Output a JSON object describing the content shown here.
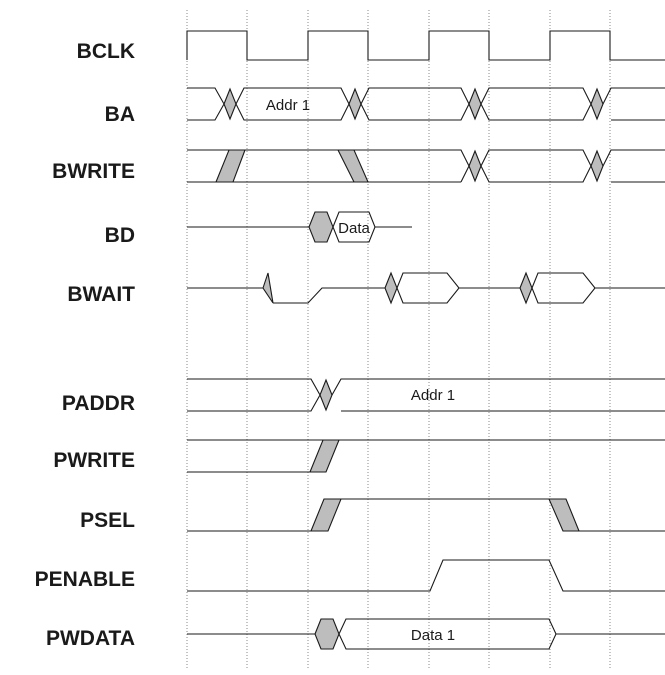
{
  "signals": [
    {
      "id": "bclk",
      "label": "BCLK"
    },
    {
      "id": "ba",
      "label": "BA",
      "value_label": "Addr 1"
    },
    {
      "id": "bwrite",
      "label": "BWRITE"
    },
    {
      "id": "bd",
      "label": "BD",
      "value_label": "Data"
    },
    {
      "id": "bwait",
      "label": "BWAIT"
    },
    {
      "id": "paddr",
      "label": "PADDR",
      "value_label": "Addr 1"
    },
    {
      "id": "pwrite",
      "label": "PWRITE"
    },
    {
      "id": "psel",
      "label": "PSEL"
    },
    {
      "id": "penable",
      "label": "PENABLE"
    },
    {
      "id": "pwdata",
      "label": "PWDATA",
      "value_label": "Data 1"
    }
  ],
  "colors": {
    "line": "#1a1a1a",
    "transition_fill": "#bdbdbd",
    "grid": "#8a8a8a",
    "background": "#ffffff"
  }
}
